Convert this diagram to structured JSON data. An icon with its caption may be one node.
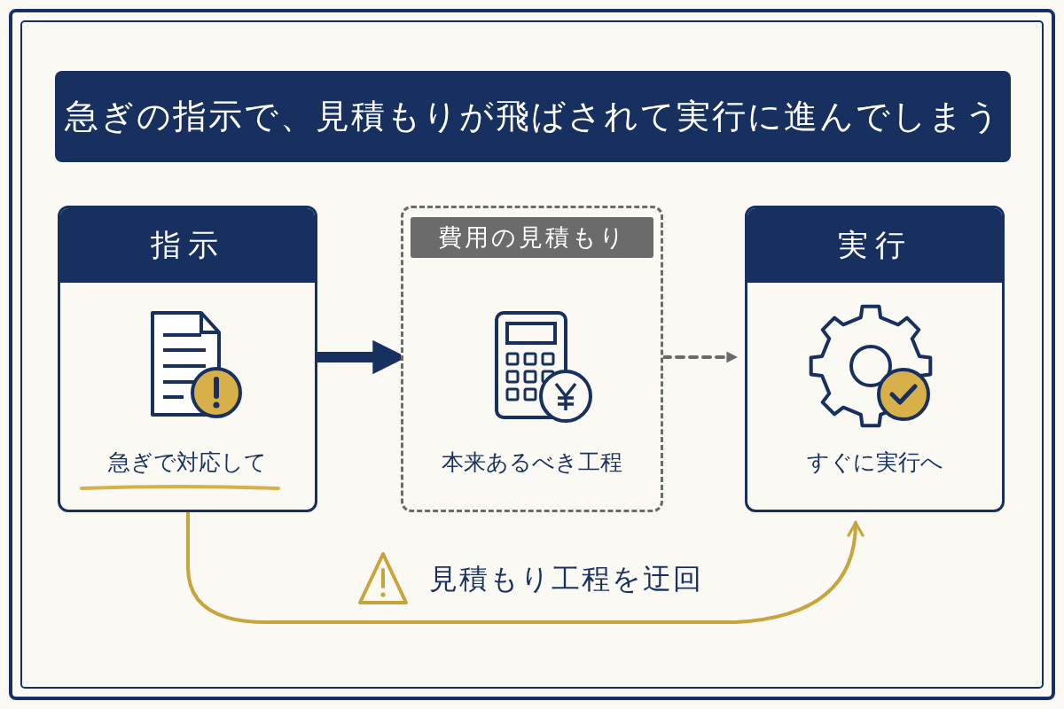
{
  "diagram": {
    "title": "急ぎの指示で、見積もりが飛ばされて実行に進んでしまう",
    "nodes": [
      {
        "text": [
          "指示",
          "急ぎで対応して"
        ]
      },
      {
        "text": [
          "費用の見積もり",
          "本来あるべき工程"
        ]
      },
      {
        "text": [
          "実行",
          "すぐに実行へ"
        ]
      }
    ],
    "edges": [
      {
        "from": 0,
        "to": 1,
        "arrow": "to",
        "style": "thick"
      },
      {
        "from": 1,
        "to": 2,
        "arrow": "to",
        "style": "dashed",
        "color": "#6b6b6b"
      },
      {
        "from": 0,
        "to": 2,
        "arrow": "to",
        "label": "見積もり工程を迂回",
        "color": "#c9a43c"
      }
    ]
  }
}
